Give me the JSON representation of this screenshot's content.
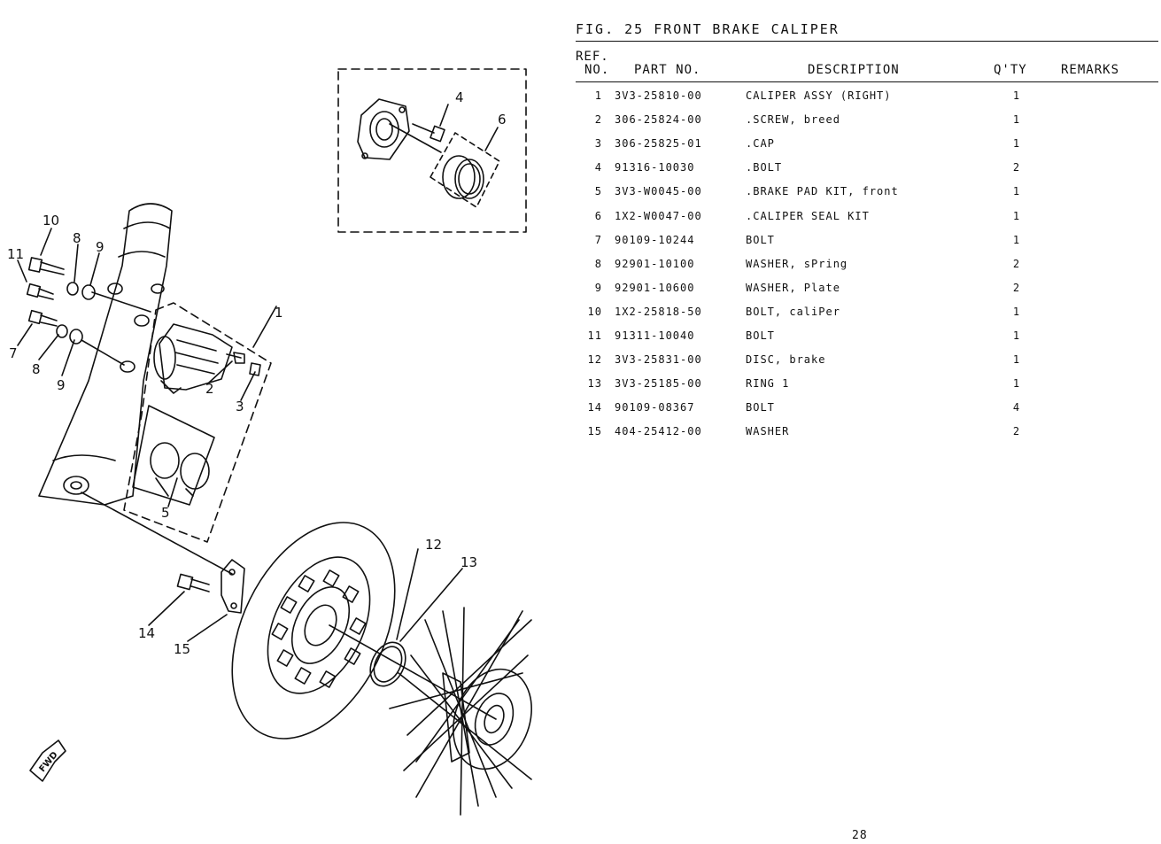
{
  "figure": {
    "title": "FIG. 25  FRONT BRAKE CALIPER"
  },
  "table": {
    "headers": {
      "ref_line1": "REF.",
      "ref_line2": "NO.",
      "part_no": "PART NO.",
      "description": "DESCRIPTION",
      "qty": "Q'TY",
      "remarks": "REMARKS"
    },
    "rows": [
      {
        "ref": "1",
        "part_no": "3V3-25810-00",
        "description": "CALIPER ASSY (RIGHT)",
        "qty": "1",
        "remarks": ""
      },
      {
        "ref": "2",
        "part_no": "306-25824-00",
        "description": ".SCREW, breed",
        "qty": "1",
        "remarks": ""
      },
      {
        "ref": "3",
        "part_no": "306-25825-01",
        "description": ".CAP",
        "qty": "1",
        "remarks": ""
      },
      {
        "ref": "4",
        "part_no": "91316-10030",
        "description": ".BOLT",
        "qty": "2",
        "remarks": ""
      },
      {
        "ref": "5",
        "part_no": "3V3-W0045-00",
        "description": ".BRAKE PAD KIT, front",
        "qty": "1",
        "remarks": ""
      },
      {
        "ref": "6",
        "part_no": "1X2-W0047-00",
        "description": ".CALIPER SEAL KIT",
        "qty": "1",
        "remarks": ""
      },
      {
        "ref": "7",
        "part_no": "90109-10244",
        "description": "BOLT",
        "qty": "1",
        "remarks": ""
      },
      {
        "ref": "8",
        "part_no": "92901-10100",
        "description": "WASHER, sPring",
        "qty": "2",
        "remarks": ""
      },
      {
        "ref": "9",
        "part_no": "92901-10600",
        "description": "WASHER, Plate",
        "qty": "2",
        "remarks": ""
      },
      {
        "ref": "10",
        "part_no": "1X2-25818-50",
        "description": "BOLT, caliPer",
        "qty": "1",
        "remarks": ""
      },
      {
        "ref": "11",
        "part_no": "91311-10040",
        "description": "BOLT",
        "qty": "1",
        "remarks": ""
      },
      {
        "ref": "12",
        "part_no": "3V3-25831-00",
        "description": "DISC, brake",
        "qty": "1",
        "remarks": ""
      },
      {
        "ref": "13",
        "part_no": "3V3-25185-00",
        "description": "RING 1",
        "qty": "1",
        "remarks": ""
      },
      {
        "ref": "14",
        "part_no": "90109-08367",
        "description": "BOLT",
        "qty": "4",
        "remarks": ""
      },
      {
        "ref": "15",
        "part_no": "404-25412-00",
        "description": "WASHER",
        "qty": "2",
        "remarks": ""
      }
    ]
  },
  "diagram": {
    "callouts": [
      "1",
      "2",
      "3",
      "4",
      "5",
      "6",
      "7",
      "8",
      "8",
      "9",
      "9",
      "10",
      "11",
      "12",
      "13",
      "14",
      "15"
    ],
    "fwd_label": "FWD"
  },
  "page": {
    "number": "28"
  }
}
